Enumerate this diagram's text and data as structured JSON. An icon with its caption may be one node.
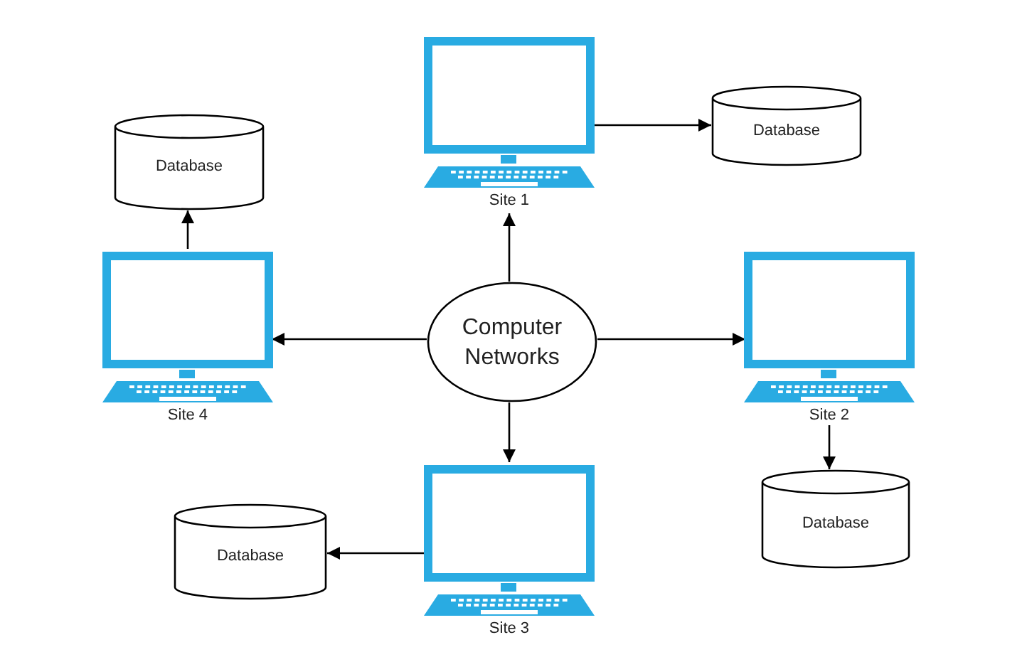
{
  "diagram": {
    "nodes": [
      {
        "text": [
          "Computer Networks"
        ]
      },
      {
        "text": [
          "Site 1"
        ]
      },
      {
        "text": [
          "Site 2"
        ]
      },
      {
        "text": [
          "Site 3"
        ]
      },
      {
        "text": [
          "Site 4"
        ]
      },
      {
        "text": [
          "Database"
        ]
      },
      {
        "text": [
          "Database"
        ]
      },
      {
        "text": [
          "Database"
        ]
      },
      {
        "text": [
          "Database"
        ]
      }
    ],
    "edges": [
      {
        "from": 0,
        "to": 1,
        "arrow": "to"
      },
      {
        "from": 0,
        "to": 2,
        "arrow": "to"
      },
      {
        "from": 0,
        "to": 3,
        "arrow": "to"
      },
      {
        "from": 0,
        "to": 4,
        "arrow": "to"
      },
      {
        "from": 1,
        "to": 5,
        "arrow": "to"
      },
      {
        "from": 2,
        "to": 6,
        "arrow": "to"
      },
      {
        "from": 3,
        "to": 7,
        "arrow": "to"
      },
      {
        "from": 4,
        "to": 8,
        "arrow": "to"
      }
    ]
  }
}
